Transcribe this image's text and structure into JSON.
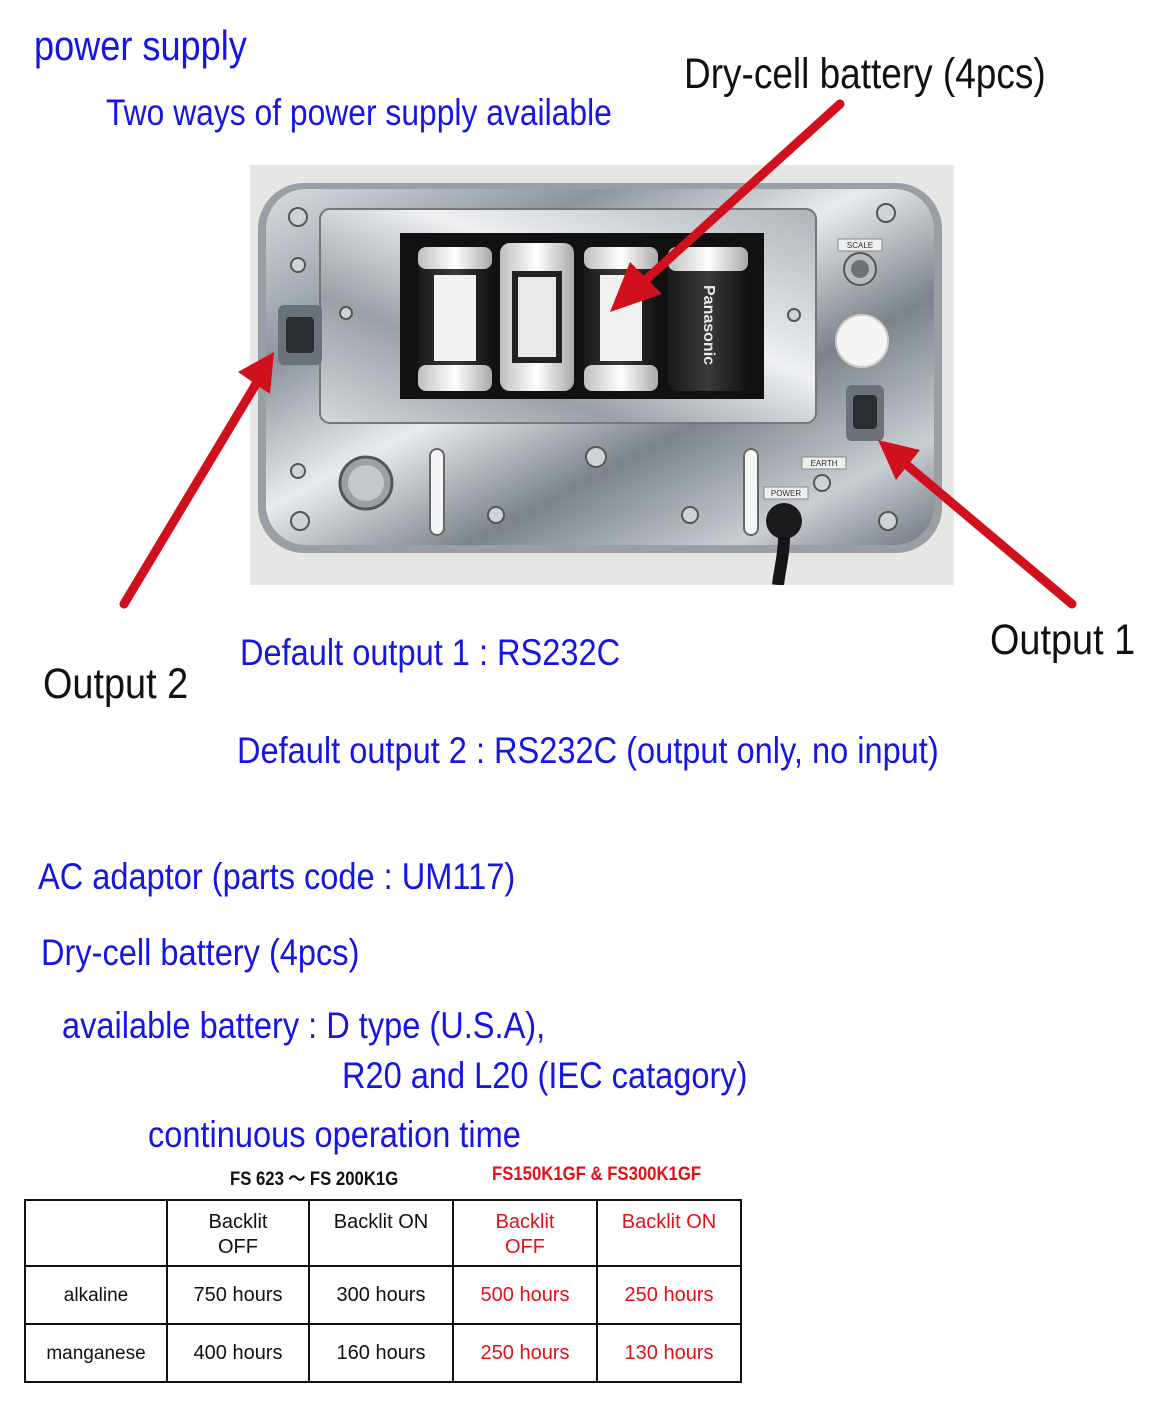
{
  "heading": {
    "title": "power supply",
    "subtitle": "Two ways of power supply available"
  },
  "callouts": {
    "battery": "Dry-cell battery (4pcs)",
    "output1": "Output 1",
    "output2": "Output 2"
  },
  "photo": {
    "scale_label": "SCALE",
    "earth_label": "EARTH",
    "power_label": "POWER",
    "battery_brand": "Panasonic"
  },
  "defaults": {
    "output1": "Default output 1 : RS232C",
    "output2": "Default output 2 : RS232C (output only, no input)"
  },
  "supply": {
    "ac_adaptor": "AC adaptor (parts code : UM117)",
    "dry_cell": "Dry-cell battery (4pcs)",
    "available_line1": "available battery : D type (U.S.A),",
    "available_line2": "R20 and L20 (IEC catagory)",
    "continuous": "continuous operation time"
  },
  "table": {
    "model_group_a": "FS 623 ～ FS 200K1G",
    "model_group_b": "FS150K1GF & FS300K1GF",
    "headers": [
      "",
      "Backlit OFF",
      "Backlit ON",
      "Backlit OFF",
      "Backlit ON"
    ],
    "rows": [
      {
        "label": "alkaline",
        "values": [
          "750 hours",
          "300 hours",
          "500 hours",
          "250 hours"
        ]
      },
      {
        "label": "manganese",
        "values": [
          "400 hours",
          "160 hours",
          "250 hours",
          "130 hours"
        ]
      }
    ]
  },
  "colors": {
    "blue_text": "#1515e6",
    "red_text": "#e3101a",
    "arrow": "#d0101c"
  }
}
